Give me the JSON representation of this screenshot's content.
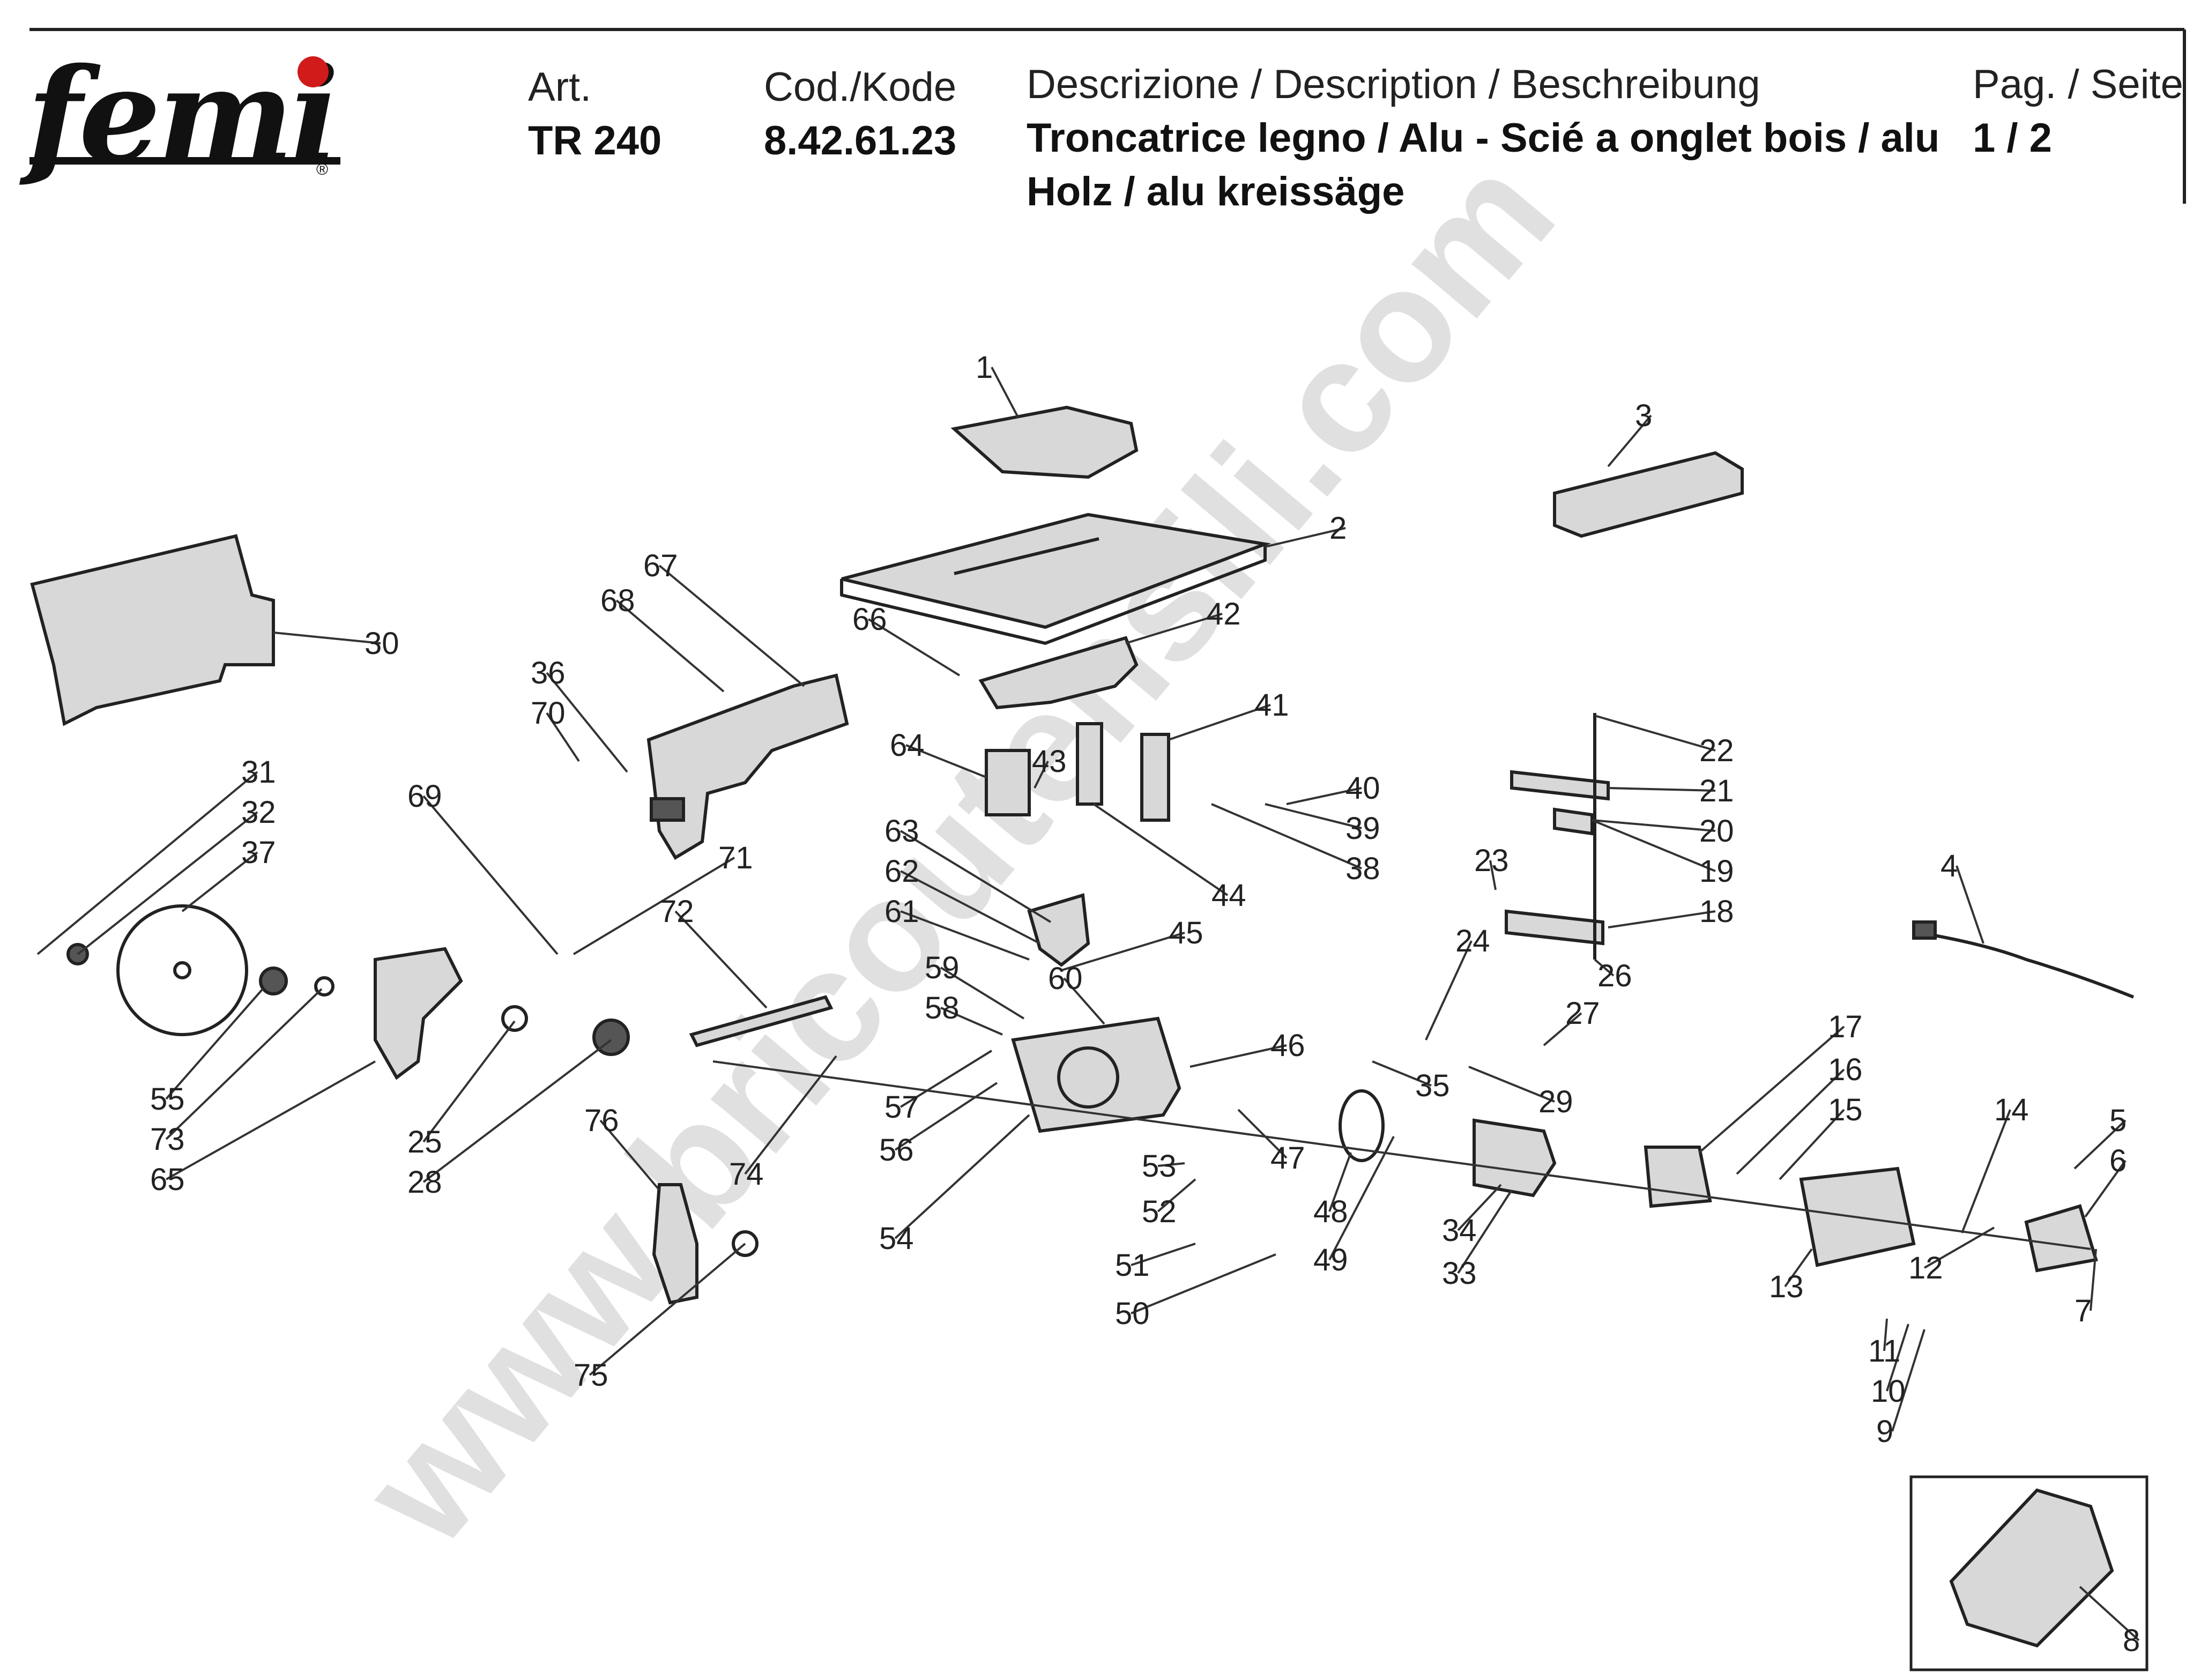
{
  "header": {
    "logo": "femi",
    "art_label": "Art.",
    "art_value": "TR 240",
    "code_label": "Cod./Kode",
    "code_value": "8.42.61.23",
    "desc_label": "Descrizione / Description / Beschreibung",
    "desc_line1": "Troncatrice legno / Alu - Scié a onglet bois / alu",
    "desc_line2": "Holz / alu kreissäge",
    "page_label": "Pag. / Seite",
    "page_value": "1 / 2"
  },
  "watermark": "www.bricoutensili.com",
  "callouts": [
    "1",
    "2",
    "3",
    "4",
    "5",
    "6",
    "7",
    "8",
    "9",
    "10",
    "11",
    "12",
    "13",
    "14",
    "15",
    "16",
    "17",
    "18",
    "19",
    "20",
    "21",
    "22",
    "23",
    "24",
    "25",
    "26",
    "27",
    "28",
    "29",
    "30",
    "31",
    "32",
    "33",
    "34",
    "35",
    "36",
    "37",
    "38",
    "39",
    "40",
    "41",
    "42",
    "43",
    "44",
    "45",
    "46",
    "47",
    "48",
    "49",
    "50",
    "51",
    "52",
    "53",
    "54",
    "55",
    "56",
    "57",
    "58",
    "59",
    "60",
    "61",
    "62",
    "63",
    "64",
    "65",
    "66",
    "67",
    "68",
    "69",
    "70",
    "71",
    "72",
    "73",
    "74",
    "75",
    "76"
  ]
}
